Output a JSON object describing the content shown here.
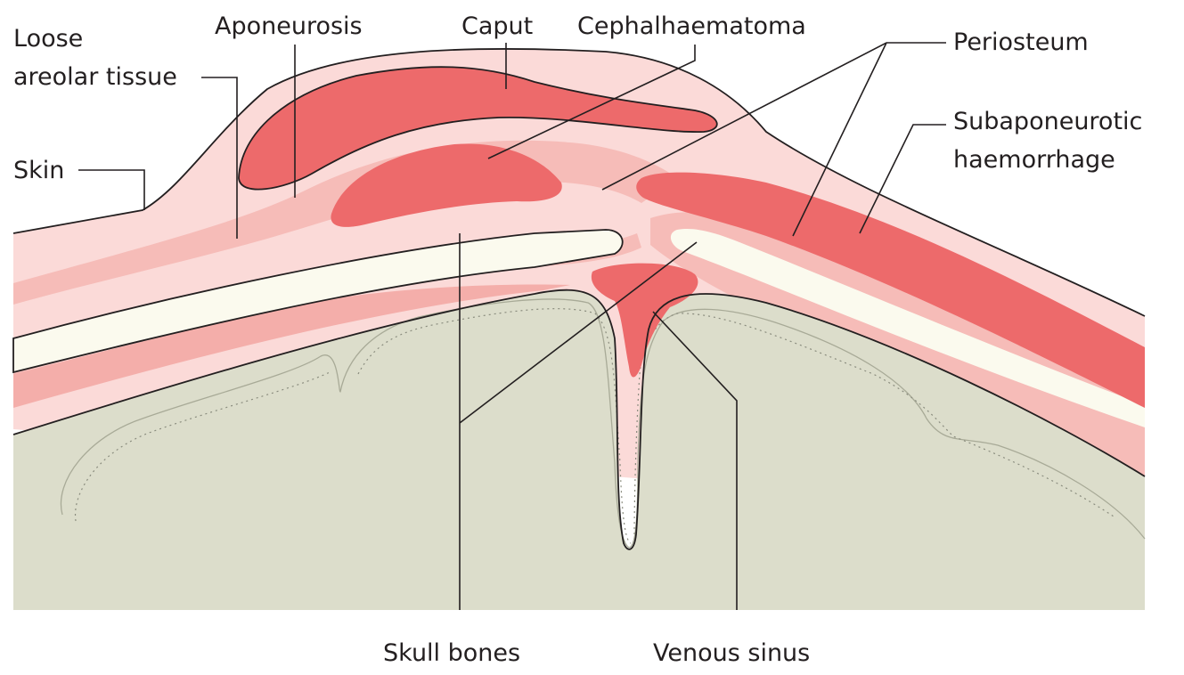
{
  "figure": {
    "labels": {
      "loose_line1": "Loose",
      "loose_line2": "areolar tissue",
      "aponeurosis": "Aponeurosis",
      "caput": "Caput",
      "cephalhaematoma": "Cephalhaematoma",
      "periosteum": "Periosteum",
      "subapo_line1": "Subaponeurotic",
      "subapo_line2": "haemorrhage",
      "skin": "Skin",
      "skull_bones": "Skull bones",
      "venous_sinus": "Venous sinus"
    },
    "colors": {
      "scalp": "#fbdad8",
      "layer": "#f6bcb8",
      "blood": "#ed6a6b",
      "bone": "#fbfaee",
      "brain": "#dcddcb",
      "ink": "#231f20"
    }
  }
}
